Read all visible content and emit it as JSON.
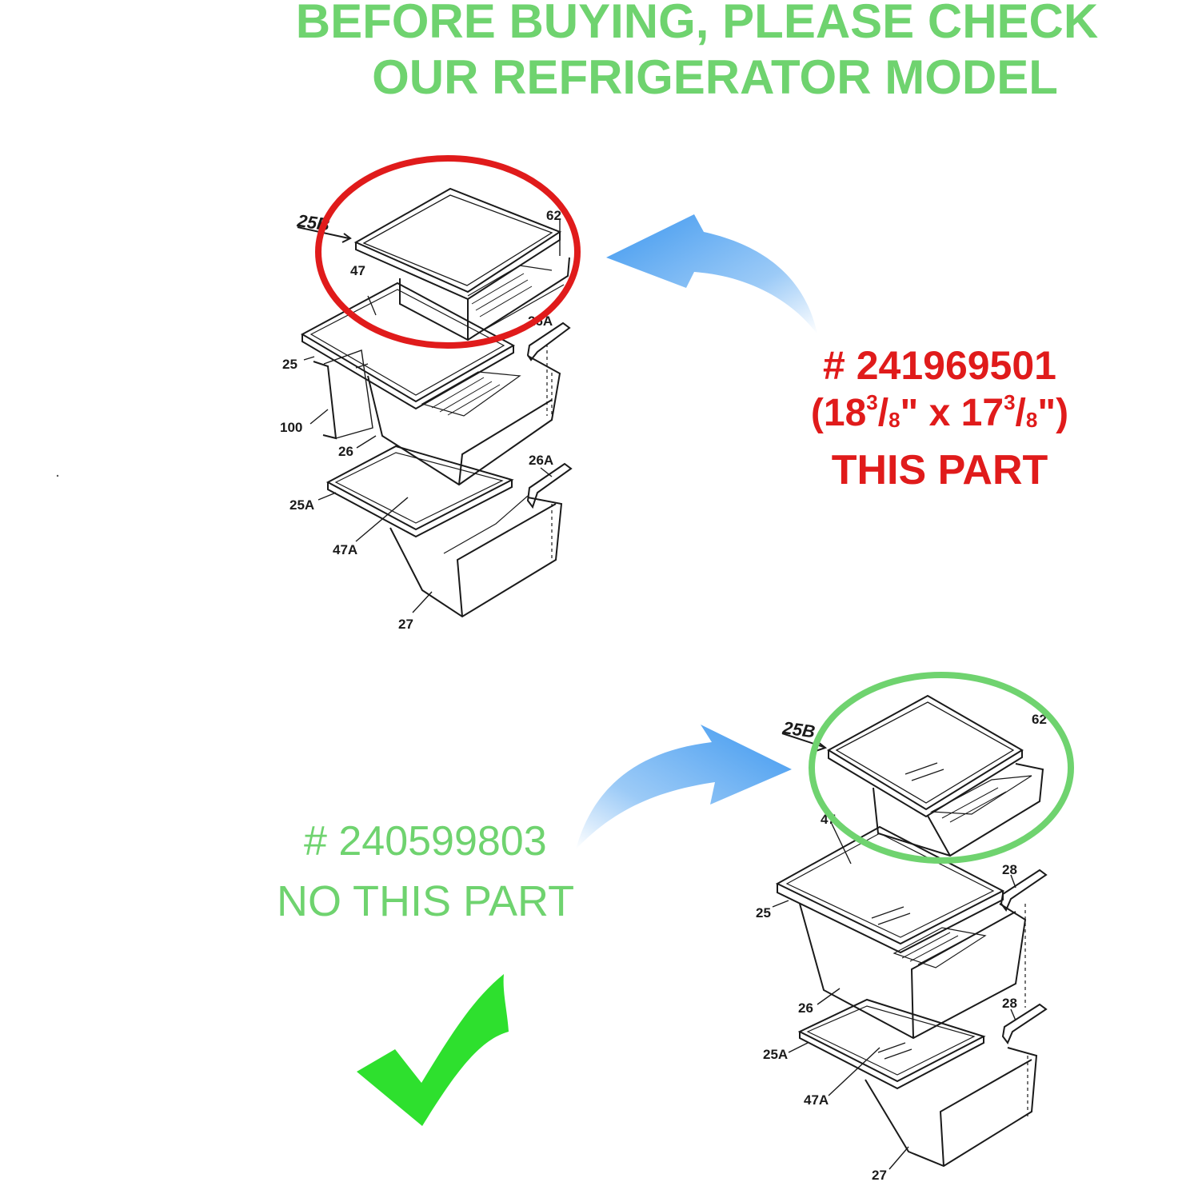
{
  "header": {
    "line1": "BEFORE BUYING, PLEASE CHECK",
    "line2": "OUR REFRIGERATOR MODEL",
    "color": "#6fd36f"
  },
  "incompatible_part": {
    "number": "# 241969501",
    "dim_open": "(18",
    "dim_sup1": "3",
    "dim_sub1": "8",
    "dim_mid": "\" x 17",
    "dim_sup2": "3",
    "dim_sub2": "8",
    "dim_close": "\")",
    "note": "THIS PART",
    "color": "#e01b1b"
  },
  "compatible_part": {
    "number": "# 240599803",
    "note": "NO THIS PART",
    "color": "#6fd36f"
  },
  "diagram_top": {
    "callouts": [
      "25B",
      "62",
      "47",
      "25",
      "100",
      "26",
      "26A",
      "26A",
      "25A",
      "47A",
      "27"
    ],
    "highlight_color": "#e01b1b"
  },
  "diagram_bottom": {
    "callouts": [
      "25B",
      "62",
      "47",
      "28",
      "25",
      "26",
      "28",
      "25A",
      "47A",
      "27"
    ],
    "highlight_color": "#6fd36f"
  },
  "icons": {
    "arrow": "curved-arrow-icon",
    "check": "checkmark-icon",
    "arrow_color": "#4a9ff0",
    "check_color": "#2ee02e"
  }
}
